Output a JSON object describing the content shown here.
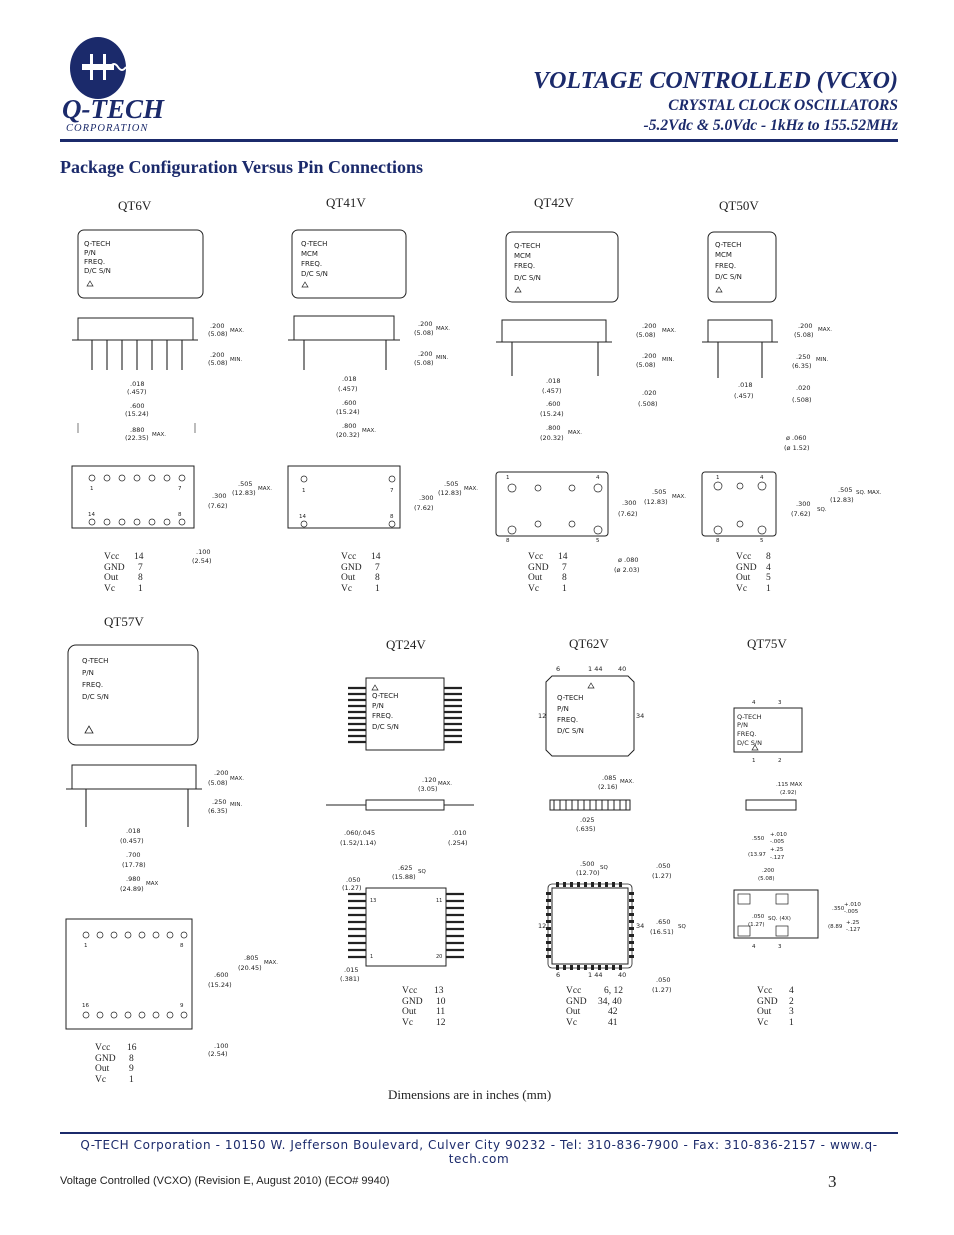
{
  "header": {
    "logo_text": "Q-TECH",
    "logo_sub": "CORPORATION",
    "title": "VOLTAGE CONTROLLED (VCXO)",
    "subtitle1": "CRYSTAL CLOCK OSCILLATORS",
    "subtitle2": "-5.2Vdc & 5.0Vdc   -   1kHz  to  155.52MHz"
  },
  "section_title": "Package Configuration Versus Pin Connections",
  "packages": {
    "qt6v": {
      "name": "QT6V",
      "marking": [
        "Q-TECH",
        "P/N",
        "FREQ.",
        "D/C    S/N"
      ],
      "dims": {
        "d1": ".200",
        "d1mm": "(5.08)",
        "d1s": "MAX.",
        "d2": ".200",
        "d2mm": "(5.08)",
        "d2s": "MIN.",
        "lead": ".018",
        "leadmm": "(.457)",
        "row": ".600",
        "rowmm": "(15.24)",
        "len": ".880",
        "lenmm": "(22.35)",
        "lens": "MAX.",
        "w": ".505",
        "wmm": "(12.83)",
        "ws": "MAX.",
        "pitch": ".300",
        "pitchmm": "(7.62)",
        "sp": ".100",
        "spmm": "(2.54)"
      },
      "pins": {
        "p1": "1",
        "p2": "7",
        "p3": "14",
        "p4": "8"
      },
      "table": [
        [
          "Vcc",
          "14"
        ],
        [
          "GND",
          "7"
        ],
        [
          "Out",
          "8"
        ],
        [
          "Vc",
          "1"
        ]
      ]
    },
    "qt41v": {
      "name": "QT41V",
      "marking": [
        "Q-TECH",
        "MCM",
        "FREQ.",
        "D/C    S/N"
      ],
      "dims": {
        "d1": ".200",
        "d1mm": "(5.08)",
        "d1s": "MAX.",
        "d2": ".200",
        "d2mm": "(5.08)",
        "d2s": "MIN.",
        "lead": ".018",
        "leadmm": "(.457)",
        "row": ".600",
        "rowmm": "(15.24)",
        "len": ".800",
        "lenmm": "(20.32)",
        "lens": "MAX.",
        "w": ".505",
        "wmm": "(12.83)",
        "ws": "MAX.",
        "pitch": ".300",
        "pitchmm": "(7.62)"
      },
      "pins": {
        "p1": "1",
        "p2": "7",
        "p3": "14",
        "p4": "8"
      },
      "table": [
        [
          "Vcc",
          "14"
        ],
        [
          "GND",
          "7"
        ],
        [
          "Out",
          "8"
        ],
        [
          "Vc",
          "1"
        ]
      ]
    },
    "qt42v": {
      "name": "QT42V",
      "marking": [
        "Q-TECH",
        "MCM",
        "FREQ.",
        "D/C    S/N"
      ],
      "dims": {
        "d1": ".200",
        "d1mm": "(5.08)",
        "d1s": "MAX.",
        "d2": ".200",
        "d2mm": "(5.08)",
        "d2s": "MIN.",
        "lead": ".018",
        "leadmm": "(.457)",
        "row": ".600",
        "rowmm": "(15.24)",
        "len": ".800",
        "lenmm": "(20.32)",
        "lens": "MAX.",
        "l2": ".020",
        "l2mm": "(.508)",
        "w": ".505",
        "wmm": "(12.83)",
        "ws": "MAX.",
        "pitch": ".300",
        "pitchmm": "(7.62)",
        "dia": "ø .080",
        "diamm": "(ø 2.03)"
      },
      "pins": {
        "p1": "1",
        "p2": "4",
        "p3": "8",
        "p4": "5"
      },
      "table": [
        [
          "Vcc",
          "14"
        ],
        [
          "GND",
          "7"
        ],
        [
          "Out",
          "8"
        ],
        [
          "Vc",
          "1"
        ]
      ]
    },
    "qt50v": {
      "name": "QT50V",
      "marking": [
        "Q-TECH",
        "MCM",
        "FREQ.",
        "D/C    S/N"
      ],
      "dims": {
        "d1": ".200",
        "d1mm": "(5.08)",
        "d1s": "MAX.",
        "d2": ".250",
        "d2mm": "(6.35)",
        "d2s": "MIN.",
        "lead": ".018",
        "leadmm": "(.457)",
        "l2": ".020",
        "l2mm": "(.508)",
        "dia": "ø .060",
        "diamm": "(ø 1.52)",
        "w": ".505",
        "wmm": "(12.83)",
        "ws": "SQ. MAX.",
        "pitch": ".300",
        "pitchmm": "(7.62)",
        "ps": "SQ."
      },
      "pins": {
        "p1": "1",
        "p2": "4",
        "p3": "8",
        "p4": "5"
      },
      "table": [
        [
          "Vcc",
          "8"
        ],
        [
          "GND",
          "4"
        ],
        [
          "Out",
          "5"
        ],
        [
          "Vc",
          "1"
        ]
      ]
    },
    "qt57v": {
      "name": "QT57V",
      "marking": [
        "Q-TECH",
        "P/N",
        "FREQ.",
        "D/C    S/N"
      ],
      "dims": {
        "d1": ".200",
        "d1mm": "(5.08)",
        "d1s": "MAX.",
        "d2": ".250",
        "d2mm": "(6.35)",
        "d2s": "MIN.",
        "lead": ".018",
        "leadmm": "(0.457)",
        "row": ".700",
        "rowmm": "(17.78)",
        "len": ".980",
        "lenmm": "(24.89)",
        "lens": "MAX",
        "w": ".805",
        "wmm": "(20.45)",
        "ws": "MAX.",
        "pitch": ".600",
        "pitchmm": "(15.24)",
        "sp": ".100",
        "spmm": "(2.54)"
      },
      "pins": {
        "p1": "1",
        "p2": "8",
        "p3": "16",
        "p4": "9"
      },
      "table": [
        [
          "Vcc",
          "16"
        ],
        [
          "GND",
          "8"
        ],
        [
          "Out",
          "9"
        ],
        [
          "Vc",
          "1"
        ]
      ]
    },
    "qt24v": {
      "name": "QT24V",
      "marking": [
        "Q-TECH",
        "P/N",
        "FREQ.",
        "D/C    S/N"
      ],
      "dims": {
        "h": ".120",
        "hmm": "(3.05)",
        "hs": "MAX.",
        "lw": ".060/.045",
        "lwmm": "(1.52/1.14)",
        "t": ".010",
        "tmm": "(.254)",
        "w": ".625",
        "wmm": "(15.88)",
        "ws": "SQ",
        "p": ".050",
        "pmm": "(1.27)",
        "lead": ".015",
        "leadmm": "(.381)"
      },
      "pins": {
        "p1": "13",
        "p2": "11",
        "p3": "1",
        "p4": "20"
      },
      "table": [
        [
          "Vcc",
          "13"
        ],
        [
          "GND",
          "10"
        ],
        [
          "Out",
          "11"
        ],
        [
          "Vc",
          "12"
        ]
      ]
    },
    "qt62v": {
      "name": "QT62V",
      "marking": [
        "Q-TECH",
        "P/N",
        "FREQ.",
        "D/C    S/N"
      ],
      "dims": {
        "h": ".085",
        "hmm": "(2.16)",
        "hs": "MAX.",
        "t": ".025",
        "tmm": "(.635)",
        "w": ".500",
        "wmm": "(12.70)",
        "ws": "SQ",
        "p": ".050",
        "pmm": "(1.27)",
        "b": ".650",
        "bmm": "(16.51)",
        "bs": "SQ",
        "p2": ".050",
        "p2mm": "(1.27)"
      },
      "pins": {
        "t1": "6",
        "t2": "1 44",
        "t3": "40",
        "l": "12",
        "r": "34",
        "b1": "6",
        "b2": "1 44",
        "b3": "40",
        "bl": "12",
        "br": "34"
      },
      "table": [
        [
          "Vcc",
          "6, 12"
        ],
        [
          "GND",
          "34,  40"
        ],
        [
          "Out",
          "42"
        ],
        [
          "Vc",
          "41"
        ]
      ]
    },
    "qt75v": {
      "name": "QT75V",
      "marking": [
        "Q-TECH",
        "P/N",
        "FREQ.",
        "D/C    S/N"
      ],
      "dims": {
        "h": ".115 MAX",
        "hmm": "(2.92)",
        "w": ".550",
        "wtol1": "+.010",
        "wtol2": "-.005",
        "wmm": "(13.97",
        "wmmtol1": "+.25",
        "wmmtol2": "-.127",
        "s": ".200",
        "smm": "(5.08)",
        "p": ".050",
        "pmm": "(1.27)",
        "ps": "SQ. (4X)",
        "l": ".350",
        "ltol1": "+.010",
        "ltol2": "-.005",
        "lmm": "(8.89",
        "lmmtol1": "+.25",
        "lmmtol2": "-.127"
      },
      "pins": {
        "p4": "4",
        "p3": "3",
        "p1": "1",
        "p2": "2"
      },
      "table": [
        [
          "Vcc",
          "4"
        ],
        [
          "GND",
          "2"
        ],
        [
          "Out",
          "3"
        ],
        [
          "Vc",
          "1"
        ]
      ]
    }
  },
  "dims_note": "Dimensions are in inches (mm)",
  "footer": "Q-TECH Corporation  -  10150 W. Jefferson Boulevard, Culver City 90232  -  Tel:  310-836-7900  -  Fax:  310-836-2157  -  www.q-tech.com",
  "revision": "Voltage Controlled (VCXO)  (Revision E, August 2010) (ECO# 9940)",
  "page_number": "3",
  "colors": {
    "brand": "#1b2a6b",
    "ink": "#222222"
  }
}
